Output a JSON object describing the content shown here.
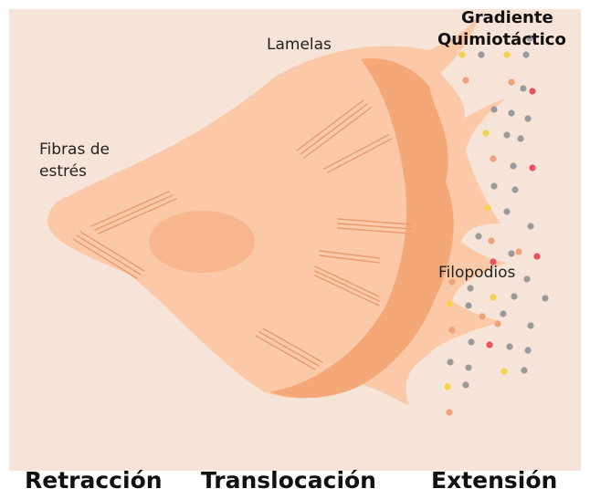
{
  "labels": {
    "lamelas": "Lamelas",
    "fibras_line1": "Fibras de",
    "fibras_line2": "estrés",
    "filopodios": "Filopodios",
    "gradiente_line1": "Gradiente",
    "gradiente_line2": "Quimiotáctico"
  },
  "stages": {
    "retraccion": "Retracción",
    "translocacion": "Translocación",
    "extension": "Extensión"
  },
  "colors": {
    "background": "#f6e4d8",
    "cell_body": "#fbc9a7",
    "lamellipodium": "#f4a878",
    "nucleus": "#f8b68f",
    "stress_fiber": "#e89a70",
    "dot_yellow": "#f4d24a",
    "dot_gray": "#9a9a9a",
    "dot_red": "#e8505a",
    "dot_orange": "#f0a27a"
  }
}
